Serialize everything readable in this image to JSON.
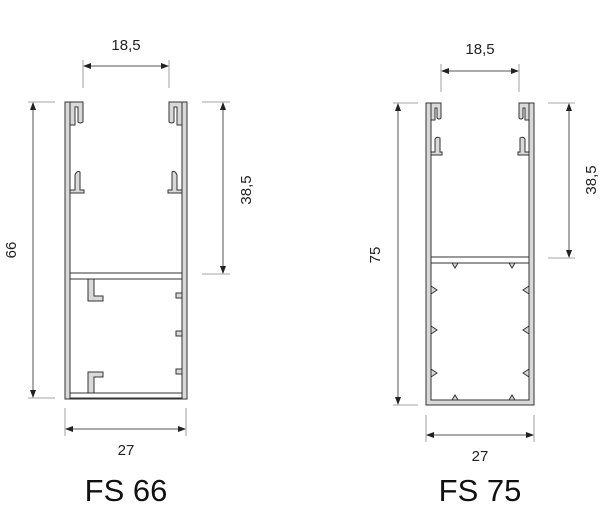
{
  "profiles": [
    {
      "name": "FS 66",
      "height": "66",
      "top_opening": "18,5",
      "upper_chamber": "38,5",
      "width": "27"
    },
    {
      "name": "FS 75",
      "height": "75",
      "top_opening": "18,5",
      "upper_chamber": "38,5",
      "width": "27"
    }
  ],
  "colors": {
    "profile_fill": "#d9d9d9",
    "outline": "#333333"
  }
}
